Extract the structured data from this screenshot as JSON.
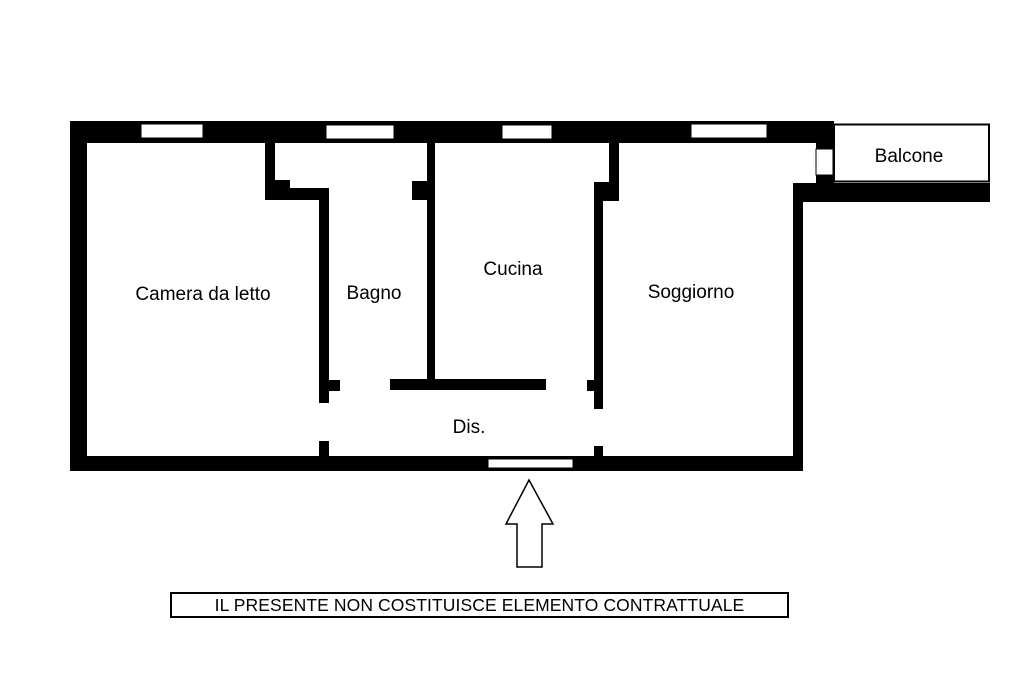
{
  "rooms": {
    "camera": "Camera da letto",
    "bagno": "Bagno",
    "cucina": "Cucina",
    "soggiorno": "Soggiorno",
    "disimpegno": "Dis.",
    "balcone": "Balcone"
  },
  "disclaimer": "IL PRESENTE NON COSTITUISCE ELEMENTO CONTRATTUALE",
  "colors": {
    "wall": "#000000",
    "background": "#ffffff"
  },
  "icons": {
    "entrance": "up-arrow-icon"
  }
}
